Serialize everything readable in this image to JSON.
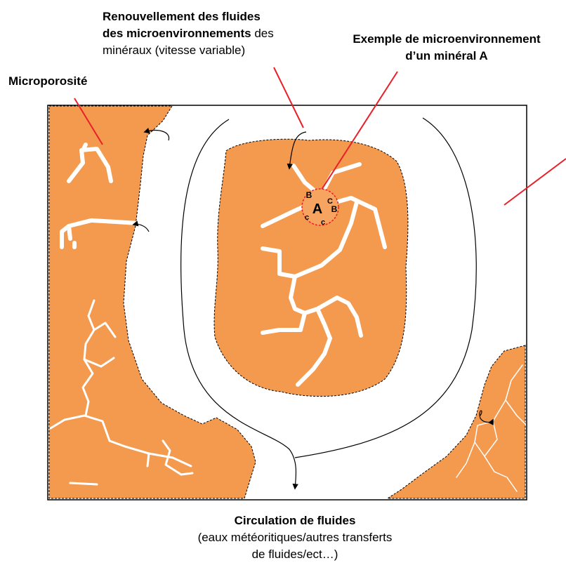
{
  "labels": {
    "renewal_bold_1": "Renouvellement des  fluides",
    "renewal_bold_2": "des microenvironnements",
    "renewal_plain_2": " des",
    "renewal_plain_3": "minéraux (vitesse variable)",
    "example_line1": "Exemple de microenvironnement",
    "example_line2": "d’un minéral A",
    "microporosity": "Microporosité",
    "circulation_title": "Circulation de fluides",
    "circulation_line2": "(eaux météoritiques/autres transferts",
    "circulation_line3": "de fluides/ect…)"
  },
  "mineral_labels": {
    "center": "A",
    "b_top": "B",
    "b_right": "B",
    "c_top": "C",
    "c_left": "c",
    "c_bottom": "c"
  },
  "colors": {
    "rock": "#f49a4f",
    "pointer": "#e8202a",
    "pore": "#ffffff",
    "outline": "#000000"
  }
}
